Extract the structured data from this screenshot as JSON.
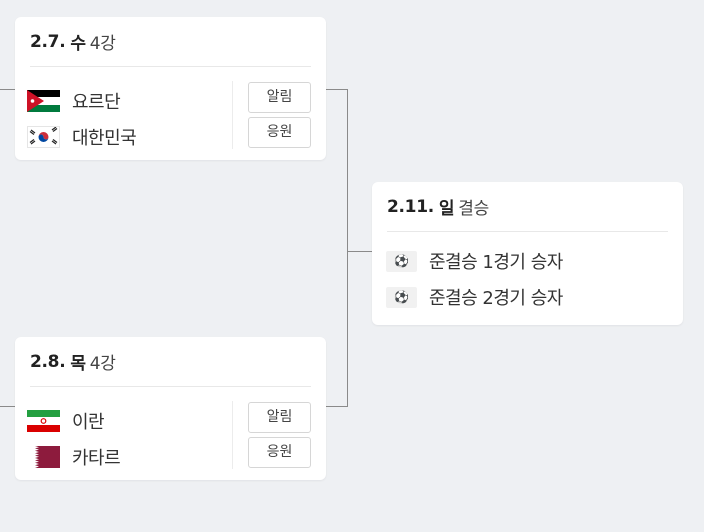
{
  "semi1": {
    "date": "2.7.",
    "day": "수",
    "round": "4강",
    "teams": [
      {
        "name": "요르단",
        "flag_icon": "jordan-flag"
      },
      {
        "name": "대한민국",
        "flag_icon": "south-korea-flag"
      }
    ],
    "alarm_label": "알림",
    "cheer_label": "응원"
  },
  "semi2": {
    "date": "2.8.",
    "day": "목",
    "round": "4강",
    "teams": [
      {
        "name": "이란",
        "flag_icon": "iran-flag"
      },
      {
        "name": "카타르",
        "flag_icon": "qatar-flag"
      }
    ],
    "alarm_label": "알림",
    "cheer_label": "응원"
  },
  "final": {
    "date": "2.11.",
    "day": "일",
    "round": "결승",
    "teams": [
      {
        "name": "준결승 1경기 승자",
        "icon": "soccer-ball-icon"
      },
      {
        "name": "준결승 2경기 승자",
        "icon": "soccer-ball-icon"
      }
    ]
  },
  "colors": {
    "background": "#eef0f3",
    "card": "#ffffff",
    "connector": "#8a8a8a",
    "jordan_red": "#ce1126",
    "qatar_maroon": "#8d1b3d"
  }
}
